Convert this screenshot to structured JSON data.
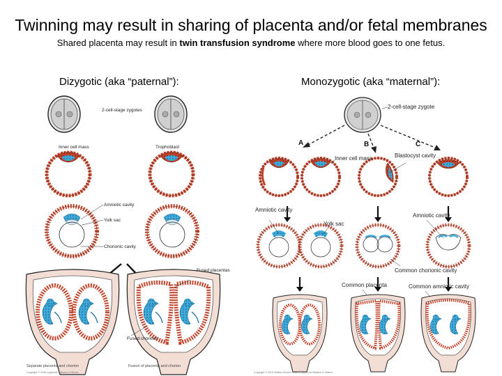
{
  "title": "Twinning may result in sharing of placenta and/or fetal membranes",
  "subtitle": {
    "before": "Shared placenta may result in ",
    "bold": "twin transfusion syndrome",
    "after": " where more blood goes to one fetus."
  },
  "dizygotic": {
    "heading": "Dizygotic (aka “paternal”):",
    "labels": {
      "zygotes": "2-cell-stage zygotes",
      "inner_cell_mass": "Inner cell mass",
      "trophoblast": "Trophoblast",
      "amniotic_cavity": "Amniotic cavity",
      "yolk_sac": "Yolk sac",
      "chorionic_cavity": "Chorionic cavity",
      "fused_placentas": "Fused placentas",
      "fused_chorions": "Fused chorions"
    },
    "captions": {
      "left": "Separate placenta and chorion",
      "right": "Fusion of placenta and chorion",
      "copyright": "Copyright © 2006 Lippincott Williams & Wilkins"
    }
  },
  "monozygotic": {
    "heading": "Monozygotic (aka “maternal”):",
    "labels": {
      "zygote": "2-cell-stage zygote",
      "a": "A",
      "b": "B",
      "c": "C",
      "inner_cell_mass": "Inner cell mass",
      "blastocyst_cavity": "Blastocyst cavity",
      "amniotic_cavity_left": "Amniotic cavity",
      "yolk_sac": "Yolk sac",
      "amniotic_cavity_right": "Amniotic cavity",
      "common_chorionic_cavity": "Common chorionic cavity",
      "common_placenta": "Common placenta",
      "common_amniotic_cavity": "Common amniotic cavity"
    },
    "caption": "Copyright © 2013 Wolters Kluwer Health | Lippincott Williams & Wilkins"
  },
  "colors": {
    "trophoblast_red": "#c0442b",
    "embryo_blue": "#3fa9d9",
    "outline": "#222222",
    "zygote_gray": "#d8d8d8"
  }
}
